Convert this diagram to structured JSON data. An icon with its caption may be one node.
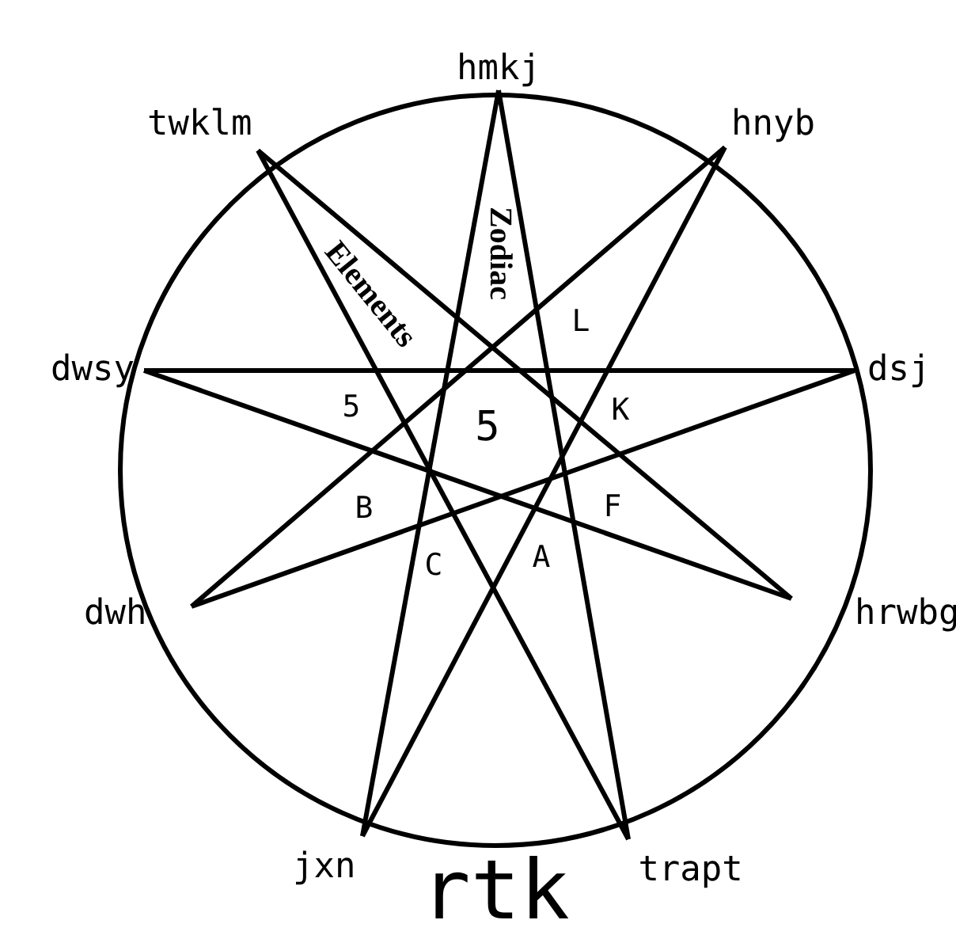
{
  "diagram": {
    "caption": "rtk",
    "nodes": [
      {
        "text": [
          "hmkj"
        ]
      },
      {
        "text": [
          "hnyb"
        ]
      },
      {
        "text": [
          "dsj"
        ]
      },
      {
        "text": [
          "hrwbg"
        ]
      },
      {
        "text": [
          "trapt"
        ]
      },
      {
        "text": [
          "jxn"
        ]
      },
      {
        "text": [
          "dwh"
        ]
      },
      {
        "text": [
          "dwsy"
        ]
      },
      {
        "text": [
          "twklm"
        ]
      }
    ],
    "edges": [
      {
        "from": 0,
        "to": 4,
        "arrow": "none"
      },
      {
        "from": 1,
        "to": 5,
        "arrow": "none"
      },
      {
        "from": 2,
        "to": 6,
        "arrow": "none"
      },
      {
        "from": 3,
        "to": 7,
        "arrow": "none"
      },
      {
        "from": 4,
        "to": 8,
        "arrow": "none"
      },
      {
        "from": 5,
        "to": 0,
        "arrow": "none"
      },
      {
        "from": 6,
        "to": 1,
        "arrow": "none"
      },
      {
        "from": 7,
        "to": 2,
        "arrow": "none"
      },
      {
        "from": 8,
        "to": 3,
        "arrow": "none"
      }
    ],
    "labels": [
      "Zodiac",
      "Elements",
      "L",
      "5",
      "5",
      "K",
      "B",
      "F",
      "C",
      "A"
    ]
  }
}
